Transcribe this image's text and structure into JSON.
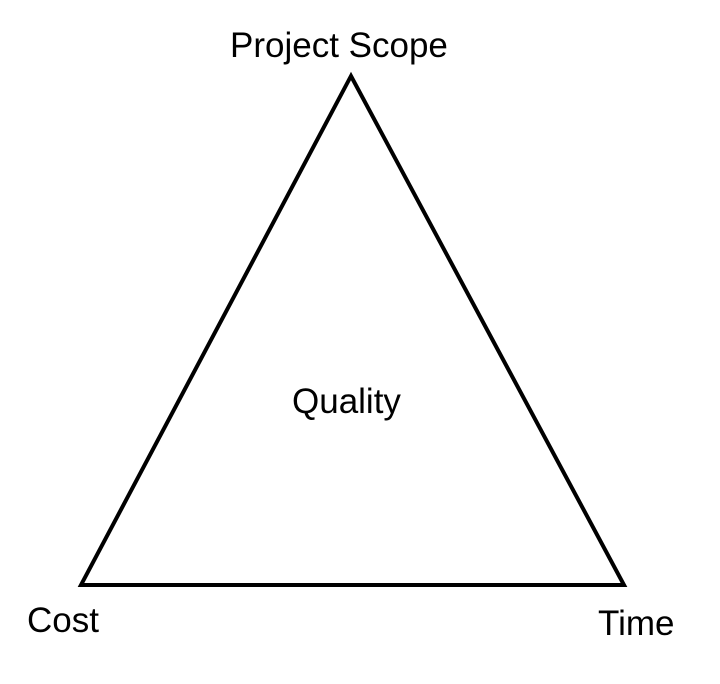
{
  "diagram": {
    "top_vertex_label": "Project Scope",
    "center_label": "Quality",
    "left_vertex_label": "Cost",
    "right_vertex_label": "Time",
    "stroke_color": "#000000",
    "background_color": "#ffffff"
  }
}
